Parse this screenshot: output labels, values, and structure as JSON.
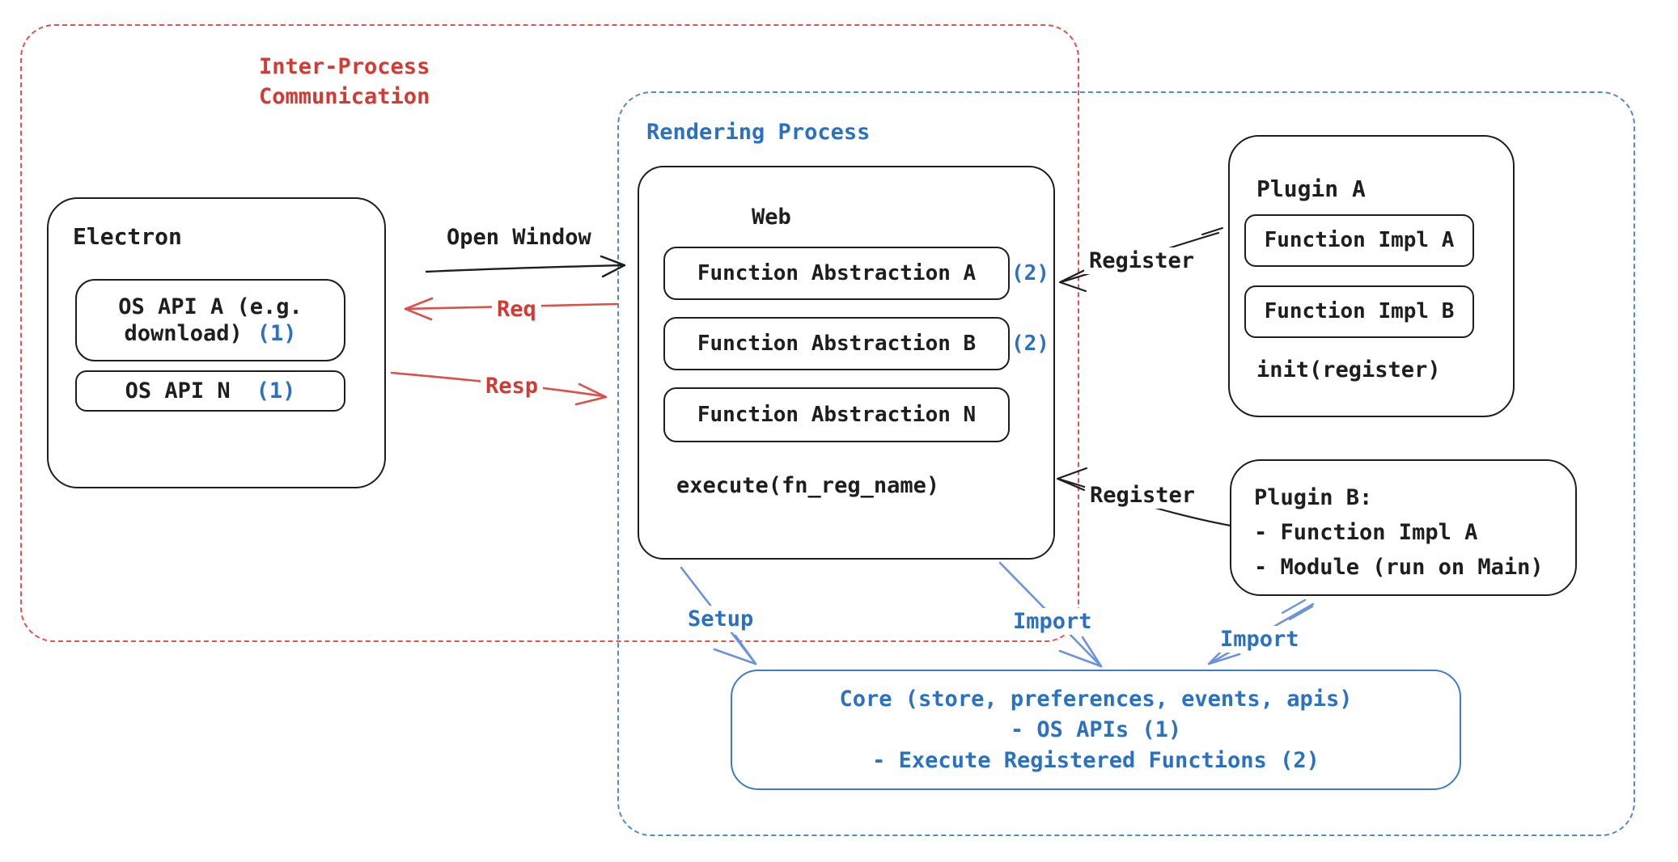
{
  "colors": {
    "ink": "#1e1e1e",
    "red_text": "#d23b33",
    "red_dash": "#e0544c",
    "blue_text": "#2b71c3",
    "blue_dash": "#4d8ad8",
    "blue_arrow": "#6b93dc"
  },
  "ipc_region": {
    "label_line1": "Inter-Process",
    "label_line2": "Communication"
  },
  "rendering_region": {
    "label": "Rendering Process"
  },
  "electron": {
    "title": "Electron",
    "api_a": {
      "line1": "OS API A (e.g.",
      "line2": "download)",
      "tag": "(1)"
    },
    "api_n": {
      "label": "OS API N",
      "tag": "(1)"
    }
  },
  "web": {
    "title": "Web",
    "abstraction_a": {
      "label": "Function Abstraction A",
      "tag": "(2)"
    },
    "abstraction_b": {
      "label": "Function Abstraction B",
      "tag": "(2)"
    },
    "abstraction_n": {
      "label": "Function Abstraction N"
    },
    "execute_label": "execute(fn_reg_name)"
  },
  "plugin_a": {
    "title": "Plugin A",
    "impl_a": "Function Impl A",
    "impl_b": "Function Impl B",
    "init_label": "init(register)"
  },
  "plugin_b": {
    "line1": "Plugin B:",
    "line2": "- Function Impl A",
    "line3": "- Module (run on Main)"
  },
  "core": {
    "line1": "Core (store, preferences, events, apis)",
    "line2": "- OS APIs (1)",
    "line3": "- Execute Registered Functions (2)"
  },
  "arrows": {
    "open_window": "Open Window",
    "req": "Req",
    "resp": "Resp",
    "register_top": "Register",
    "register_bottom": "Register",
    "setup": "Setup",
    "import_left": "Import",
    "import_right": "Import"
  }
}
